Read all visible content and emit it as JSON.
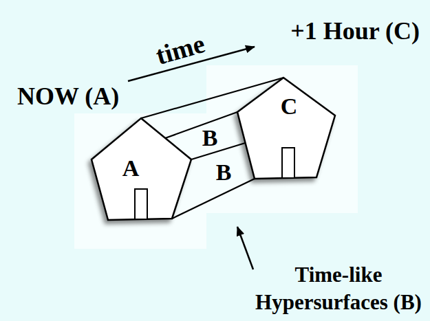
{
  "diagram": {
    "nodes": [
      {
        "text": [
          "A"
        ]
      },
      {
        "text": [
          "C"
        ]
      }
    ],
    "edges": [
      {
        "from": 0,
        "to": 1,
        "arrow": "none"
      },
      {
        "from": 0,
        "to": 1,
        "arrow": "none"
      },
      {
        "from": 0,
        "to": 1,
        "arrow": "none"
      },
      {
        "from": 0,
        "to": 1,
        "arrow": "none"
      }
    ],
    "labels": [
      "NOW (A)",
      "time",
      "+1 Hour (C)",
      "B",
      "B",
      "Time-like Hypersurfaces (B)"
    ]
  }
}
